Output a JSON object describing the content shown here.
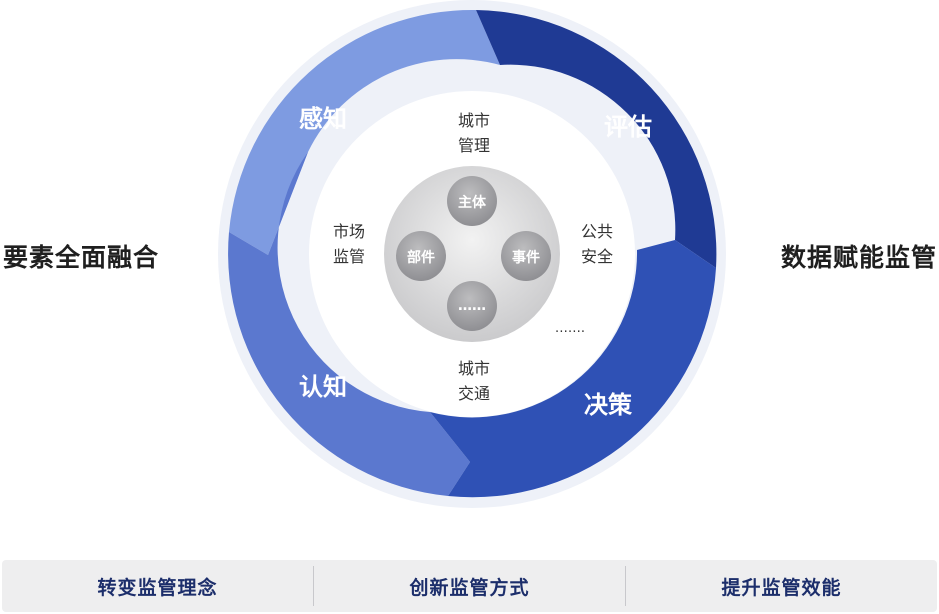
{
  "side": {
    "left": "要素全面融合",
    "right": "数据赋能监管"
  },
  "ring": {
    "perceive": "感知",
    "evaluate": "评估",
    "cognize": "认知",
    "decide": "决策"
  },
  "inner": {
    "top": [
      "城市",
      "管理"
    ],
    "left": [
      "市场",
      "监管"
    ],
    "right": [
      "公共",
      "安全"
    ],
    "bottom": [
      "城市",
      "交通"
    ],
    "more": "……."
  },
  "core": {
    "top": "主体",
    "left": "部件",
    "right": "事件",
    "bottom": "……"
  },
  "bottom_bar": [
    "转变监管理念",
    "创新监管方式",
    "提升监管效能"
  ],
  "colors": {
    "light_blue": "#7d9ae0",
    "mid_blue": "#5c79cf",
    "dark_blue": "#1f3a94",
    "royal_blue": "#2f52b5"
  }
}
